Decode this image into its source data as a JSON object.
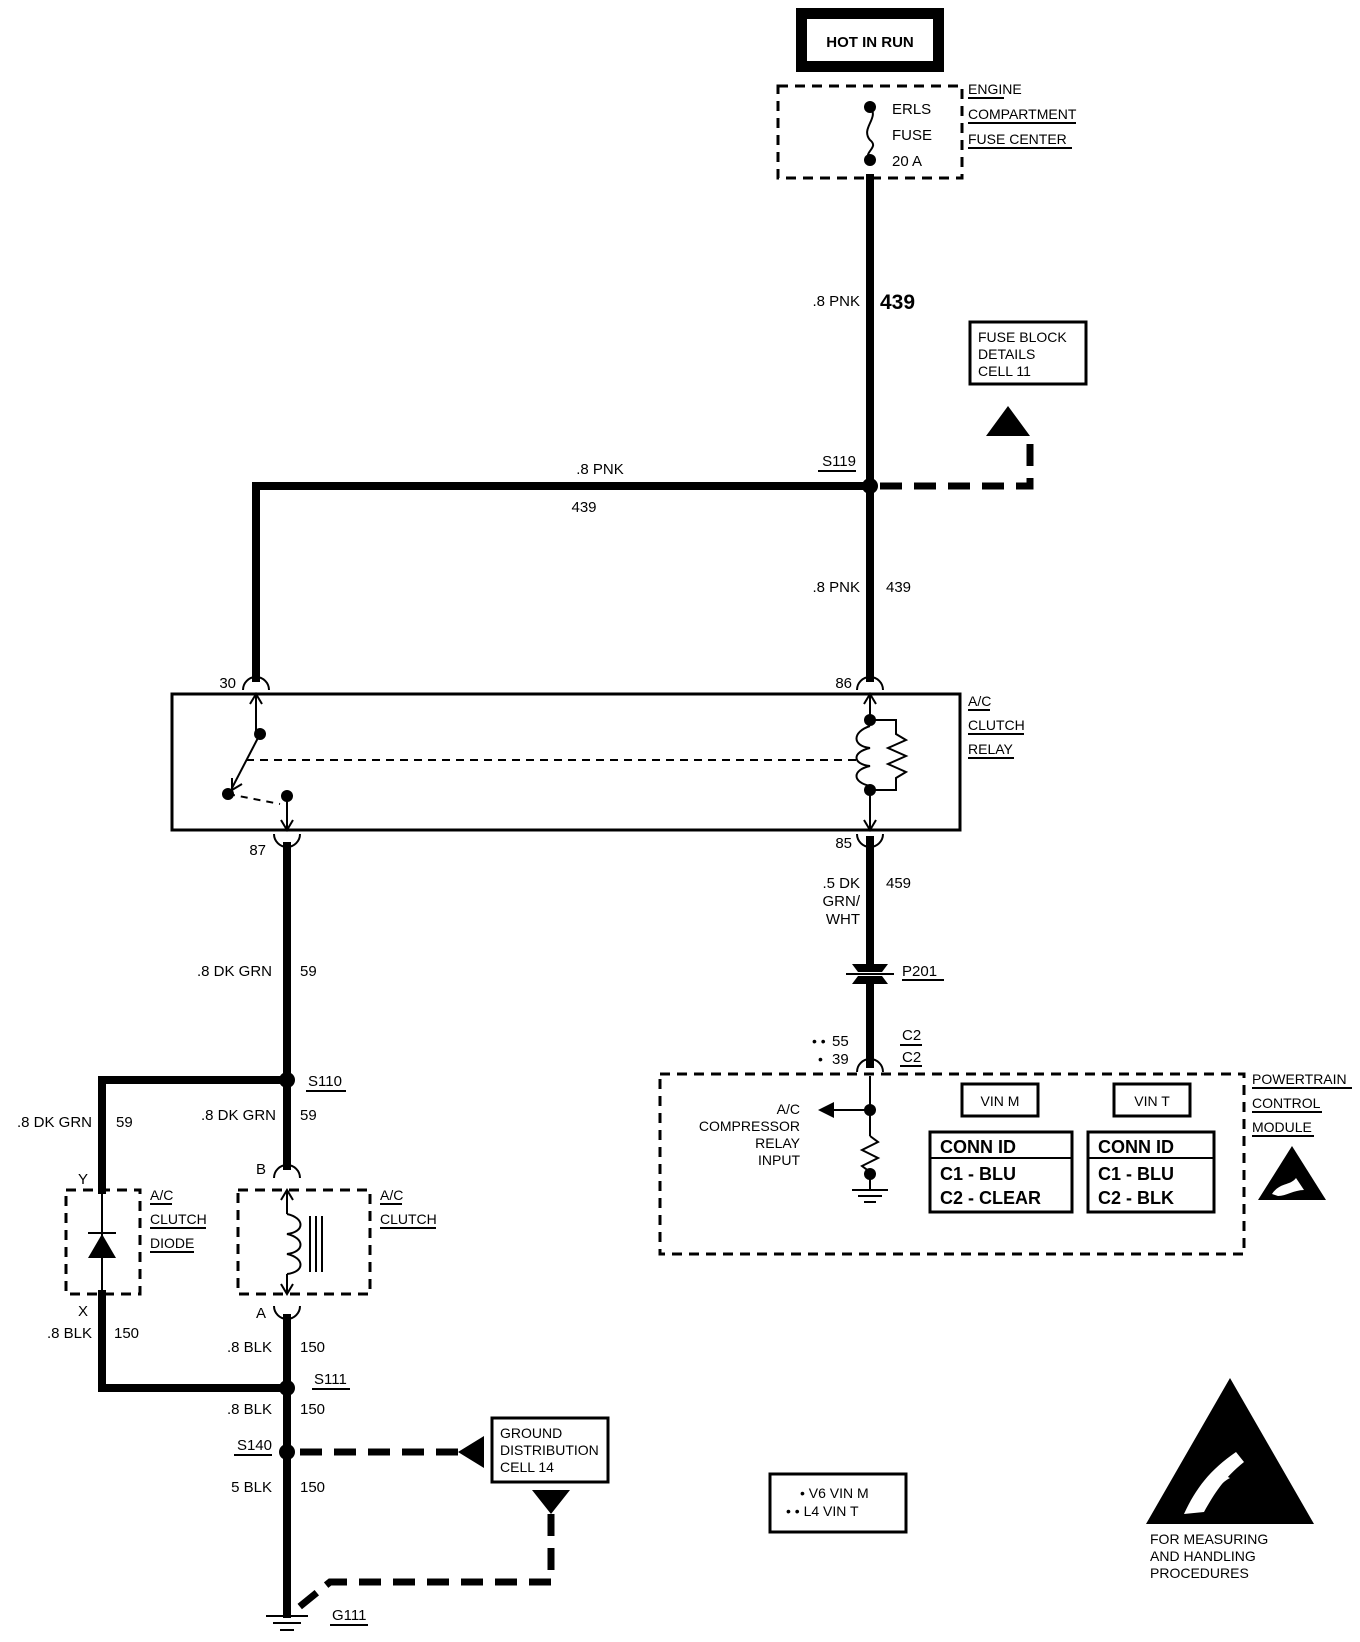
{
  "power": {
    "hot_in_run": "HOT IN RUN"
  },
  "fuse_center": {
    "label_lines": [
      "ENGINE",
      "COMPARTMENT",
      "FUSE CENTER"
    ],
    "fuse_lines": [
      "ERLS",
      "FUSE",
      "20 A"
    ]
  },
  "fuse_block_ref": {
    "lines": [
      "FUSE BLOCK",
      "DETAILS",
      "CELL 11"
    ]
  },
  "wires": {
    "w439_top": {
      "gauge_color": ".8 PNK",
      "circuit": "439"
    },
    "w439_horiz": {
      "gauge_color": ".8 PNK",
      "circuit": "439"
    },
    "w439_86": {
      "gauge_color": ".8 PNK",
      "circuit": "439"
    },
    "w459": {
      "gauge_color_lines": [
        ".5 DK",
        "GRN/",
        "WHT"
      ],
      "circuit": "459"
    },
    "w59_main": {
      "gauge_color": ".8 DK GRN",
      "circuit": "59"
    },
    "w59_diode": {
      "gauge_color": ".8 DK GRN",
      "circuit": "59"
    },
    "w59_clutch": {
      "gauge_color": ".8 DK GRN",
      "circuit": "59"
    },
    "w150_diode": {
      "gauge_color": ".8 BLK",
      "circuit": "150"
    },
    "w150_clutch": {
      "gauge_color": ".8 BLK",
      "circuit": "150"
    },
    "w150_s111": {
      "gauge_color": ".8 BLK",
      "circuit": "150"
    },
    "w150_ground": {
      "gauge_color": "5 BLK",
      "circuit": "150"
    }
  },
  "splices": {
    "s119": "S119",
    "s110": "S110",
    "s111": "S111",
    "s140": "S140",
    "g111": "G111",
    "p201": "P201"
  },
  "relay": {
    "label_lines": [
      "A/C",
      "CLUTCH",
      "RELAY"
    ],
    "pins": {
      "p30": "30",
      "p86": "86",
      "p87": "87",
      "p85": "85"
    }
  },
  "diode": {
    "label_lines": [
      "A/C",
      "CLUTCH",
      "DIODE"
    ],
    "pin_y": "Y",
    "pin_x": "X"
  },
  "clutch": {
    "label_lines": [
      "A/C",
      "CLUTCH"
    ],
    "pin_b": "B",
    "pin_a": "A"
  },
  "pcm": {
    "connector_top": "C2",
    "connector_bottom": "C2",
    "pin_v6": "55",
    "pin_l4": "39",
    "pin_v6_mark": "• •",
    "pin_l4_mark": "•",
    "input_lines": [
      "A/C",
      "COMPRESSOR",
      "RELAY",
      "INPUT"
    ],
    "label_lines": [
      "POWERTRAIN",
      "CONTROL",
      "MODULE"
    ],
    "vin_m": "VIN M",
    "vin_t": "VIN T",
    "conn_id_title": "CONN ID",
    "conn_m_lines": [
      "C1 - BLU",
      "C2 - CLEAR"
    ],
    "conn_t_lines": [
      "C1 - BLU",
      "C2 - BLK"
    ]
  },
  "ground_ref": {
    "lines": [
      "GROUND",
      "DISTRIBUTION",
      "CELL 14"
    ]
  },
  "legend": {
    "v6": "• V6 VIN M",
    "l4": "• • L4 VIN T"
  },
  "esd": {
    "lines": [
      "FOR MEASURING",
      "AND HANDLING",
      "PROCEDURES"
    ]
  }
}
